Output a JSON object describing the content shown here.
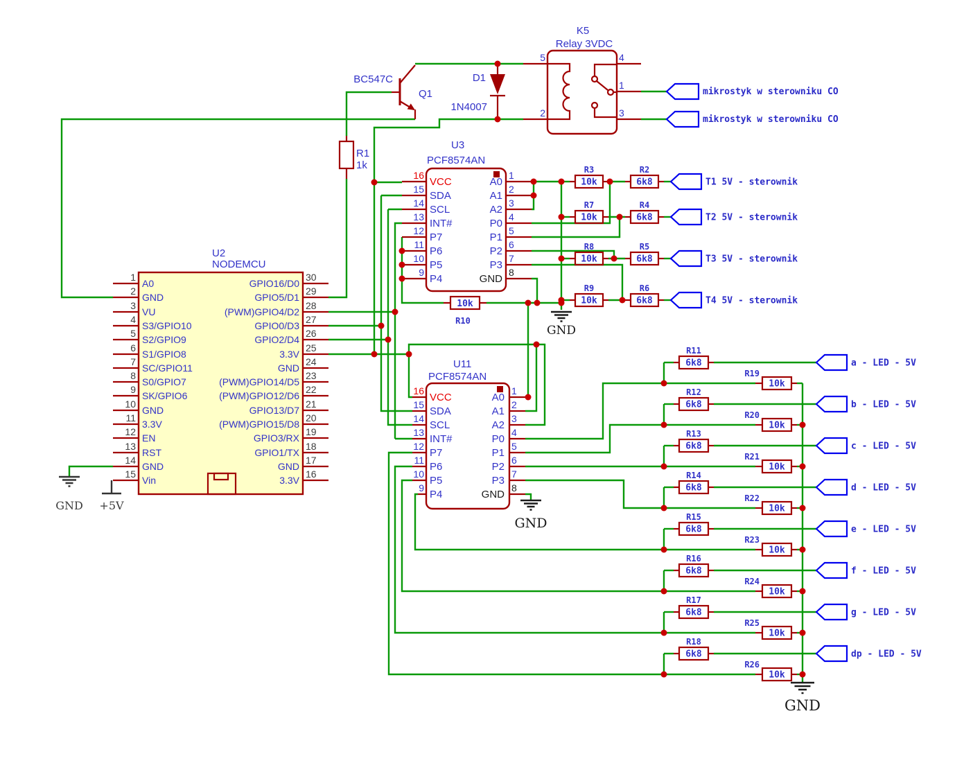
{
  "colors": {
    "wire_green": "#089908",
    "component_red": "#A00000",
    "junction_red": "#C80000",
    "label_blue": "#3232C8",
    "tag_outline_blue": "#0000EE",
    "vcc_red": "#E60000",
    "ic_fill_yellow": "#FFFFC8"
  },
  "u2": {
    "ref": "U2",
    "name": "NODEMCU",
    "left_pins": [
      {
        "n": "1",
        "label": "A0"
      },
      {
        "n": "2",
        "label": "GND"
      },
      {
        "n": "3",
        "label": "VU"
      },
      {
        "n": "4",
        "label": "S3/GPIO10"
      },
      {
        "n": "5",
        "label": "S2/GPIO9"
      },
      {
        "n": "6",
        "label": "S1/GPIO8"
      },
      {
        "n": "7",
        "label": "SC/GPIO11"
      },
      {
        "n": "8",
        "label": "S0/GPIO7"
      },
      {
        "n": "9",
        "label": "SK/GPIO6"
      },
      {
        "n": "10",
        "label": "GND"
      },
      {
        "n": "11",
        "label": "3.3V"
      },
      {
        "n": "12",
        "label": "EN"
      },
      {
        "n": "13",
        "label": "RST"
      },
      {
        "n": "14",
        "label": "GND"
      },
      {
        "n": "15",
        "label": "Vin"
      }
    ],
    "right_pins": [
      {
        "n": "30",
        "label": "GPIO16/D0"
      },
      {
        "n": "29",
        "label": "GPIO5/D1"
      },
      {
        "n": "28",
        "label": "(PWM)GPIO4/D2"
      },
      {
        "n": "27",
        "label": "GPIO0/D3"
      },
      {
        "n": "26",
        "label": "GPIO2/D4"
      },
      {
        "n": "25",
        "label": "3.3V"
      },
      {
        "n": "24",
        "label": "GND"
      },
      {
        "n": "23",
        "label": "(PWM)GPIO14/D5"
      },
      {
        "n": "22",
        "label": "(PWM)GPIO12/D6"
      },
      {
        "n": "21",
        "label": "GPIO13/D7"
      },
      {
        "n": "20",
        "label": "(PWM)GPIO15/D8"
      },
      {
        "n": "19",
        "label": "GPIO3/RX"
      },
      {
        "n": "18",
        "label": "GPIO1/TX"
      },
      {
        "n": "17",
        "label": "GND"
      },
      {
        "n": "16",
        "label": "3.3V"
      }
    ]
  },
  "u3": {
    "ref": "U3",
    "part": "PCF8574AN",
    "left_pins": [
      {
        "n": "16",
        "label": "VCC",
        "kind": "vcc"
      },
      {
        "n": "15",
        "label": "SDA"
      },
      {
        "n": "14",
        "label": "SCL"
      },
      {
        "n": "13",
        "label": "INT#"
      },
      {
        "n": "12",
        "label": "P7"
      },
      {
        "n": "11",
        "label": "P6"
      },
      {
        "n": "10",
        "label": "P5"
      },
      {
        "n": "9",
        "label": "P4"
      }
    ],
    "right_pins": [
      {
        "n": "1",
        "label": "A0"
      },
      {
        "n": "2",
        "label": "A1"
      },
      {
        "n": "3",
        "label": "A2"
      },
      {
        "n": "4",
        "label": "P0"
      },
      {
        "n": "5",
        "label": "P1"
      },
      {
        "n": "6",
        "label": "P2"
      },
      {
        "n": "7",
        "label": "P3"
      },
      {
        "n": "8",
        "label": "GND",
        "kind": "gnd"
      }
    ]
  },
  "u11": {
    "ref": "U11",
    "part": "PCF8574AN",
    "left_pins": [
      {
        "n": "16",
        "label": "VCC",
        "kind": "vcc"
      },
      {
        "n": "15",
        "label": "SDA"
      },
      {
        "n": "14",
        "label": "SCL"
      },
      {
        "n": "13",
        "label": "INT#"
      },
      {
        "n": "12",
        "label": "P7"
      },
      {
        "n": "11",
        "label": "P6"
      },
      {
        "n": "10",
        "label": "P5"
      },
      {
        "n": "9",
        "label": "P4"
      }
    ],
    "right_pins": [
      {
        "n": "1",
        "label": "A0"
      },
      {
        "n": "2",
        "label": "A1"
      },
      {
        "n": "3",
        "label": "A2"
      },
      {
        "n": "4",
        "label": "P0"
      },
      {
        "n": "5",
        "label": "P1"
      },
      {
        "n": "6",
        "label": "P2"
      },
      {
        "n": "7",
        "label": "P3"
      },
      {
        "n": "8",
        "label": "GND",
        "kind": "gnd"
      }
    ]
  },
  "q1": {
    "ref": "Q1",
    "part": "BC547C"
  },
  "d1": {
    "ref": "D1",
    "part": "1N4007"
  },
  "k5": {
    "ref": "K5",
    "part": "Relay 3VDC",
    "pins": [
      "5",
      "2",
      "4",
      "1",
      "3"
    ]
  },
  "r1": {
    "ref": "R1",
    "value": "1k"
  },
  "r10": {
    "ref": "R10",
    "value": "10k"
  },
  "relay_tags": [
    {
      "label": "mikrostyk w sterowniku CO"
    },
    {
      "label": "mikrostyk w sterowniku CO"
    }
  ],
  "t_rows": [
    {
      "pull_ref": "R3",
      "pull_value": "10k",
      "series_ref": "R2",
      "series_value": "6k8",
      "tag": "T1 5V - sterownik"
    },
    {
      "pull_ref": "R7",
      "pull_value": "10k",
      "series_ref": "R4",
      "series_value": "6k8",
      "tag": "T2 5V - sterownik"
    },
    {
      "pull_ref": "R8",
      "pull_value": "10k",
      "series_ref": "R5",
      "series_value": "6k8",
      "tag": "T3 5V - sterownik"
    },
    {
      "pull_ref": "R9",
      "pull_value": "10k",
      "series_ref": "R6",
      "series_value": "6k8",
      "tag": "T4 5V - sterownik"
    }
  ],
  "led_rows": [
    {
      "series_ref": "R11",
      "series_value": "6k8",
      "pull_ref": "R19",
      "pull_value": "10k",
      "tag": "a - LED - 5V"
    },
    {
      "series_ref": "R12",
      "series_value": "6k8",
      "pull_ref": "R20",
      "pull_value": "10k",
      "tag": "b - LED - 5V"
    },
    {
      "series_ref": "R13",
      "series_value": "6k8",
      "pull_ref": "R21",
      "pull_value": "10k",
      "tag": "c - LED - 5V"
    },
    {
      "series_ref": "R14",
      "series_value": "6k8",
      "pull_ref": "R22",
      "pull_value": "10k",
      "tag": "d - LED - 5V"
    },
    {
      "series_ref": "R15",
      "series_value": "6k8",
      "pull_ref": "R23",
      "pull_value": "10k",
      "tag": "e - LED - 5V"
    },
    {
      "series_ref": "R16",
      "series_value": "6k8",
      "pull_ref": "R24",
      "pull_value": "10k",
      "tag": "f - LED - 5V"
    },
    {
      "series_ref": "R17",
      "series_value": "6k8",
      "pull_ref": "R25",
      "pull_value": "10k",
      "tag": "g - LED - 5V"
    },
    {
      "series_ref": "R18",
      "series_value": "6k8",
      "pull_ref": "R26",
      "pull_value": "10k",
      "tag": "dp - LED - 5V"
    }
  ],
  "power_labels": {
    "gnd": "GND",
    "p5v": "+5V"
  }
}
